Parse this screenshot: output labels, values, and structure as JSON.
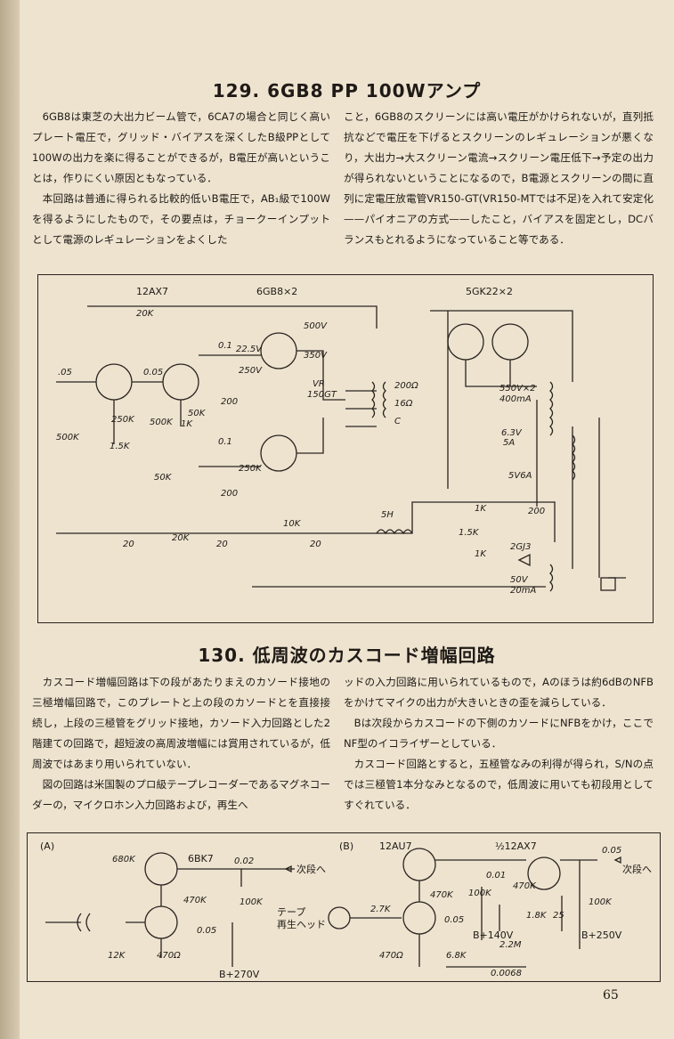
{
  "page_number": "65",
  "section129": {
    "title": "129. 6GB8 PP 100Wアンプ",
    "left_paragraphs": [
      "6GB8は東芝の大出力ビーム管で，6CA7の場合と同じく高いプレート電圧で，グリッド・バイアスを深くしたB級PPとして100Wの出力を楽に得ることができるが，B電圧が高いということは，作りにくい原因ともなっている．",
      "本回路は普通に得られる比較的低いB電圧で，AB₁級で100Wを得るようにしたもので，その要点は，チョークーインプットとして電源のレギュレーションをよくした"
    ],
    "right_paragraphs": [
      "こと，6GB8のスクリーンには高い電圧がかけられないが，直列抵抗などで電圧を下げるとスクリーンのレギュレーションが悪くなり，大出力→大スクリーン電流→スクリーン電圧低下→予定の出力が得られないということになるので，B電源とスクリーンの間に直列に定電圧放電管VR150-GT(VR150-MTでは不足)を入れて安定化——パイオニアの方式——したこと，バイアスを固定とし，DCバランスもとれるようになっていること等である．"
    ],
    "diagram_labels": {
      "tube1": "12AX7",
      "tube2": "6GB8×2",
      "tube3": "5GK22×2",
      "r_fb": "20K",
      "c_in": ".05",
      "r_grid": "500K",
      "r_cath1": "1.5K",
      "c_couple": "0.05",
      "r_250k": "250K",
      "r_500k": "500K",
      "r_1k": "1K",
      "r_50k_a": "50K",
      "r_50k_b": "50K",
      "c_01a": "0.1",
      "c_01b": "0.1",
      "r_22_5": "22.5V",
      "r_250v": "250V",
      "r_250k_b": "250K",
      "c_200a": "200",
      "c_200b": "200",
      "v_500": "500V",
      "v_350": "350V",
      "vr": "VR",
      "vr_type": "150GT",
      "out_200": "200Ω",
      "out_16": "16Ω",
      "out_c": "C",
      "v_550": "550V×2",
      "i_400": "400mA",
      "v_63": "6.3V",
      "i_5a": "5A",
      "v_5v6a": "5V6A",
      "r_10k": "10K",
      "r_20k_b": "20K",
      "c_20a": "20",
      "c_20b": "20",
      "c_20c": "20",
      "choke": "5H",
      "r_1k_a": "1K",
      "r_1_5k": "1.5K",
      "r_1k_b": "1K",
      "c_200c": "200",
      "diode": "2GJ3",
      "v_50": "50V",
      "i_20": "20mA"
    }
  },
  "section130": {
    "title": "130. 低周波のカスコード増幅回路",
    "left_paragraphs": [
      "カスコード増幅回路は下の段があたりまえのカソード接地の三極増幅回路で，このプレートと上の段のカソードとを直接接続し，上段の三極管をグリッド接地，カソード入力回路とした2階建ての回路で，超短波の高周波増幅には賞用されているが，低周波ではあまり用いられていない．",
      "図の回路は米国製のプロ級テープレコーダーであるマグネコーダーの，マイクロホン入力回路および，再生へ"
    ],
    "right_paragraphs": [
      "ッドの入力回路に用いられているもので，Aのほうは約6dBのNFBをかけてマイクの出力が大きいときの歪を減らしている．",
      "Bは次段からカスコードの下側のカソードにNFBをかけ，ここでNF型のイコライザーとしている．",
      "カスコード回路とすると，五極管なみの利得が得られ，S/Nの点では三極管1本分なみとなるので，低周波に用いても初段用としてすぐれている．"
    ],
    "diagram_labels": {
      "a": "(A)",
      "b": "(B)",
      "tube_a": "6BK7",
      "r_680k": "680K",
      "r_470k_a": "470K",
      "c_002": "0.02",
      "next_a": "次段へ",
      "r_100k_a": "100K",
      "c_005a": "0.05",
      "r_12k": "12K",
      "r_470a": "470Ω",
      "v_270": "B+270V",
      "tube_b1": "12AU7",
      "tube_b2": "½12AX7",
      "tape": "テープ",
      "head": "再生ヘッド",
      "r_2_7k": "2.7K",
      "r_470k_b": "470K",
      "r_100k_b": "100K",
      "c_005b": "0.05",
      "c_001": "0.01",
      "r_470k_c": "470K",
      "r_1_8k": "1.8K",
      "c_25": "25",
      "c_005c": "0.05",
      "next_b": "次段へ",
      "r_100k_c": "100K",
      "v_140": "B+140V",
      "v_250": "B+250V",
      "r_2_2m": "2.2M",
      "r_6_8k": "6.8K",
      "c_00068": "0.0068",
      "r_470b": "470Ω"
    }
  }
}
